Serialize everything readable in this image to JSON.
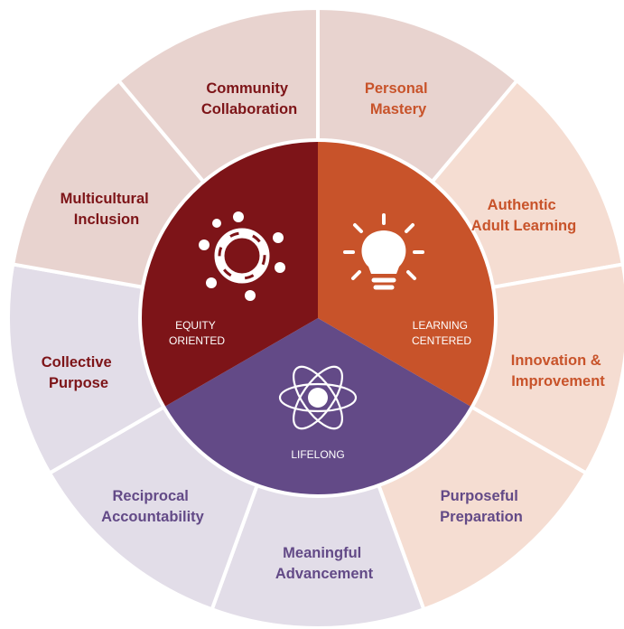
{
  "colors": {
    "equity_dark": "#7d1418",
    "equity_light": "#e8d3cf",
    "learning_dark": "#c8532a",
    "learning_light": "#f5ddd2",
    "lifelong_dark": "#634a87",
    "lifelong_light": "#e2dde8",
    "equity_text": "#7d1418",
    "learning_text": "#c8532a",
    "lifelong_text": "#634a87",
    "divider": "#ffffff"
  },
  "core": {
    "equity": {
      "line1": "EQUITY",
      "line2": "ORIENTED",
      "icon": "people-circle-icon"
    },
    "learning": {
      "line1": "LEARNING",
      "line2": "CENTERED",
      "icon": "lightbulb-icon"
    },
    "lifelong": {
      "line1": "LIFELONG",
      "icon": "atom-icon"
    }
  },
  "segments": [
    {
      "line1": "Community",
      "line2": "Collaboration",
      "group": "equity"
    },
    {
      "line1": "Personal",
      "line2": "Mastery",
      "group": "learning"
    },
    {
      "line1": "Authentic",
      "line2": "Adult Learning",
      "group": "learning"
    },
    {
      "line1": "Innovation &",
      "line2": "Improvement",
      "group": "learning"
    },
    {
      "line1": "Purposeful",
      "line2": "Preparation",
      "group": "lifelong"
    },
    {
      "line1": "Meaningful",
      "line2": "Advancement",
      "group": "lifelong"
    },
    {
      "line1": "Reciprocal",
      "line2": "Accountability",
      "group": "lifelong"
    },
    {
      "line1": "Collective",
      "line2": "Purpose",
      "group": "equity"
    },
    {
      "line1": "Multicultural",
      "line2": "Inclusion",
      "group": "equity"
    }
  ]
}
